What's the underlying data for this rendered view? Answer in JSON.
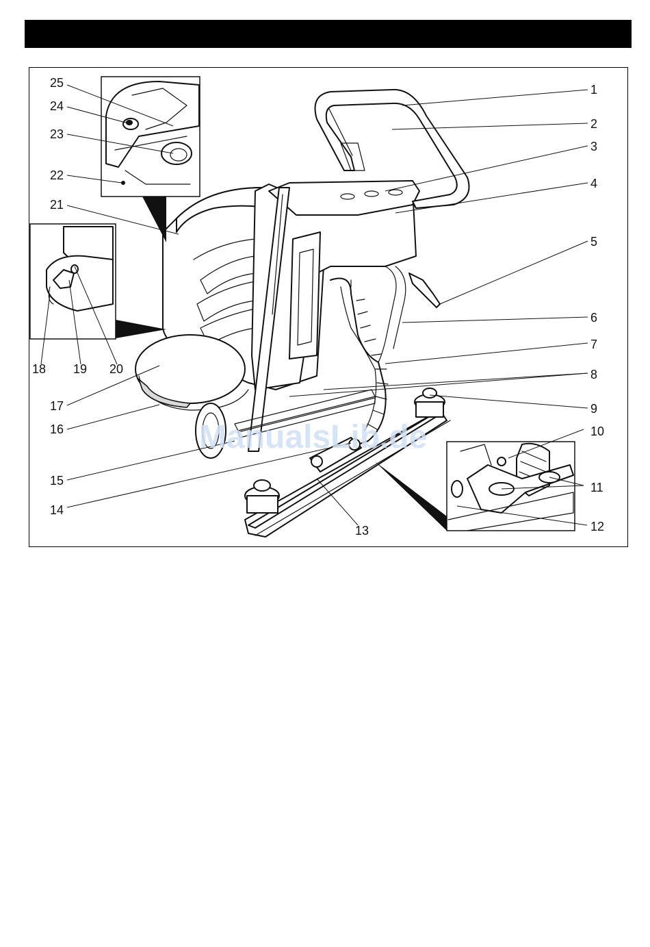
{
  "page": {
    "header_color": "#000000",
    "watermark": "ManualsLib.de"
  },
  "figure": {
    "callouts": [
      "1",
      "2",
      "3",
      "4",
      "5",
      "6",
      "7",
      "8",
      "9",
      "10",
      "11",
      "12",
      "13",
      "14",
      "15",
      "16",
      "17",
      "18",
      "19",
      "20",
      "21",
      "22",
      "23",
      "24",
      "25"
    ],
    "subject": "floor scrubber-dryer machine overview illustration"
  }
}
